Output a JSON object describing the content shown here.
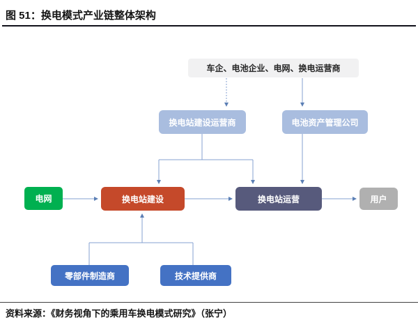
{
  "figure": {
    "title": "图 51：换电模式产业链整体架构",
    "source": "资料来源：《财务视角下的乘用车换电模式研究》（张宁）"
  },
  "diagram": {
    "nodes": {
      "stakeholders": {
        "label": "车企、电池企业、电网、换电运营商",
        "fill": "#F1F1F2",
        "text_color": "#262626"
      },
      "station_builder_operator": {
        "label": "换电站建设运营商",
        "fill": "#A9BDDF",
        "text_color": "#FFFFFF"
      },
      "battery_asset_company": {
        "label": "电池资产管理公司",
        "fill": "#A9BDDF",
        "text_color": "#FFFFFF"
      },
      "power_grid": {
        "label": "电网",
        "fill": "#00B050",
        "text_color": "#FFFFFF"
      },
      "station_construction": {
        "label": "换电站建设",
        "fill": "#C5492A",
        "text_color": "#FFFFFF"
      },
      "station_operation": {
        "label": "换电站运营",
        "fill": "#575A7C",
        "text_color": "#FFFFFF"
      },
      "end_user": {
        "label": "用户",
        "fill": "#B0B0B0",
        "text_color": "#FFFFFF"
      },
      "parts_manufacturer": {
        "label": "零部件制造商",
        "fill": "#4472C4",
        "text_color": "#FFFFFF"
      },
      "tech_provider": {
        "label": "技术提供商",
        "fill": "#4472C4",
        "text_color": "#FFFFFF"
      }
    },
    "edges": [
      {
        "from": "stakeholders",
        "to": "station_builder_operator",
        "style": "dotted-arrow"
      },
      {
        "from": "stakeholders",
        "to": "battery_asset_company",
        "style": "solid-arrow"
      },
      {
        "from": "station_builder_operator",
        "to": "station_construction",
        "style": "solid-arrow"
      },
      {
        "from": "station_builder_operator",
        "to": "station_operation",
        "style": "solid-arrow"
      },
      {
        "from": "battery_asset_company",
        "to": "station_operation",
        "style": "solid-arrow"
      },
      {
        "from": "power_grid",
        "to": "station_construction",
        "style": "solid-arrow"
      },
      {
        "from": "station_construction",
        "to": "station_operation",
        "style": "solid-arrow"
      },
      {
        "from": "station_operation",
        "to": "end_user",
        "style": "solid-arrow"
      },
      {
        "from": "parts_manufacturer",
        "to": "station_construction",
        "style": "solid-arrow"
      },
      {
        "from": "tech_provider",
        "to": "station_construction",
        "style": "solid-arrow"
      }
    ],
    "connector_color": "#84A0D0",
    "arrowhead_color": "#5B7FB5"
  }
}
